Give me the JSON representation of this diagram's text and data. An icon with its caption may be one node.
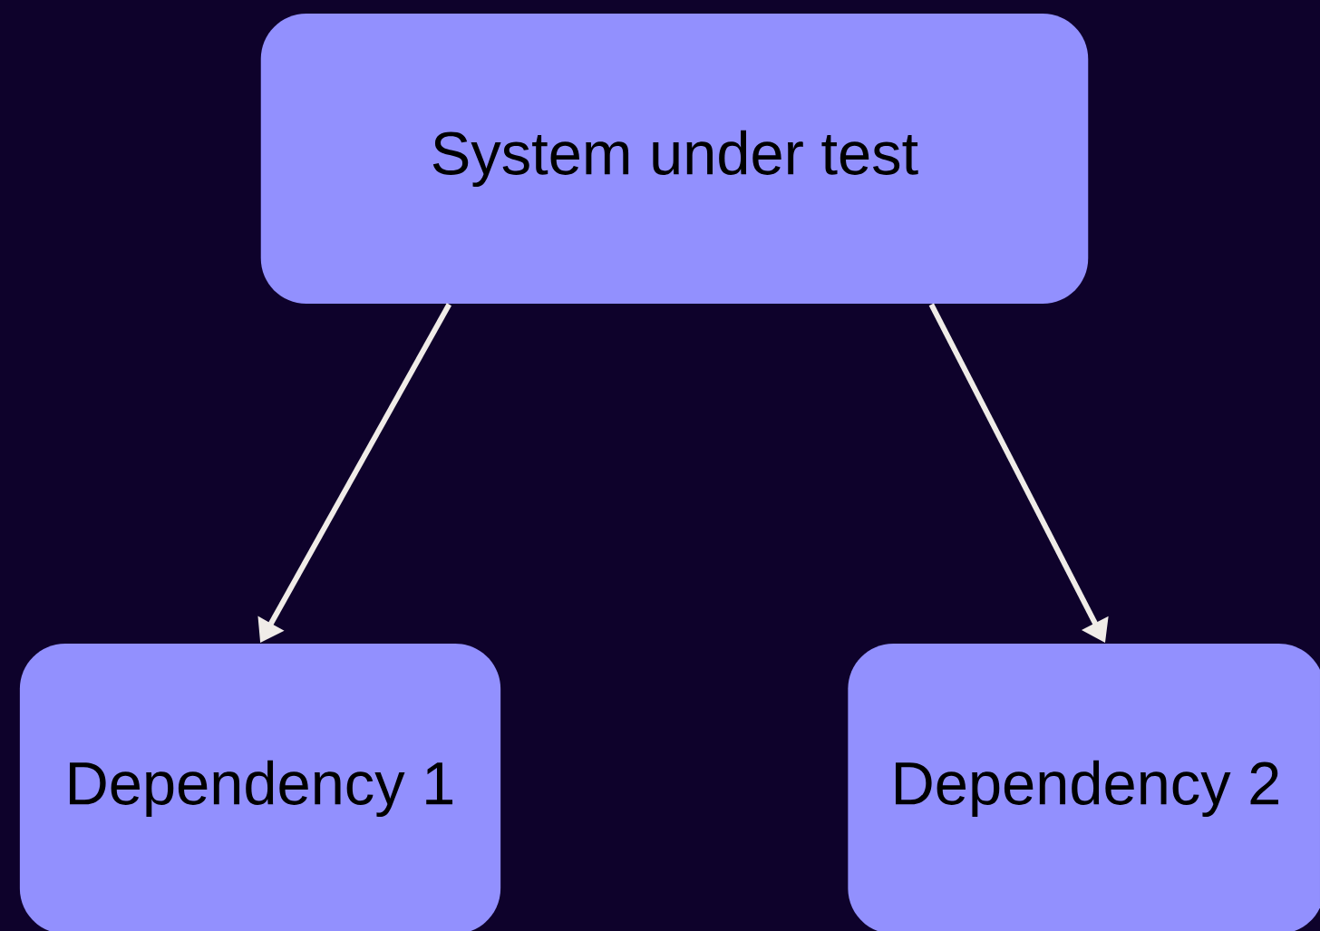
{
  "diagram": {
    "nodes": [
      {
        "text": [
          "System under test"
        ]
      },
      {
        "text": [
          "Dependency 1"
        ]
      },
      {
        "text": [
          "Dependency 2"
        ]
      }
    ],
    "edges": [
      {
        "from": 0,
        "to": 1,
        "arrow": "to"
      },
      {
        "from": 0,
        "to": 2,
        "arrow": "to"
      }
    ]
  }
}
